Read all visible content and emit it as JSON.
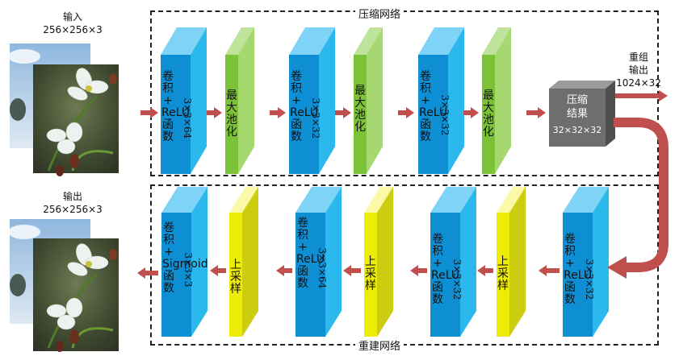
{
  "input": {
    "label": "输入",
    "size": "256×256×3"
  },
  "output": {
    "label": "输出",
    "size": "256×256×3"
  },
  "compression_network": {
    "title": "压缩网络",
    "blocks": [
      {
        "type": "conv",
        "name": "卷积 + ReLU函数",
        "params": "3×3×64"
      },
      {
        "type": "pool",
        "name": "最大池化"
      },
      {
        "type": "conv",
        "name": "卷积 + ReLU函数",
        "params": "3×3×32"
      },
      {
        "type": "pool",
        "name": "最大池化"
      },
      {
        "type": "conv",
        "name": "卷积 + ReLU函数",
        "params": "3×3×32"
      },
      {
        "type": "pool",
        "name": "最大池化"
      }
    ]
  },
  "compressed_result": {
    "line1": "压缩",
    "line2": "结果",
    "size": "32×32×32"
  },
  "reshape_output": {
    "line1": "重组",
    "line2": "输出",
    "size": "1024×32"
  },
  "reconstruction_network": {
    "title": "重建网络",
    "blocks": [
      {
        "type": "conv",
        "name": "卷积 + Sigmoid函数",
        "params": "3×3×3"
      },
      {
        "type": "upsample",
        "name": "上采样"
      },
      {
        "type": "conv",
        "name": "卷积 + ReLU函数",
        "params": "3×3×64"
      },
      {
        "type": "upsample",
        "name": "上采样"
      },
      {
        "type": "conv",
        "name": "卷积 + ReLU函数",
        "params": "3×3×32"
      },
      {
        "type": "upsample",
        "name": "上采样"
      },
      {
        "type": "conv",
        "name": "卷积 + ReLU函数",
        "params": "3×3×32"
      }
    ]
  },
  "colors": {
    "conv_front": "#0f8fd3",
    "conv_top": "#7fd3f7",
    "conv_side": "#2bb8ec",
    "pool_front": "#7cc238",
    "pool_top": "#bde49a",
    "pool_side": "#a5d86e",
    "up_front": "#ecec08",
    "up_top": "#f9f9a8",
    "up_side": "#cccc10",
    "arrow": "#c0504d",
    "result_box": "#6e6e6e"
  }
}
